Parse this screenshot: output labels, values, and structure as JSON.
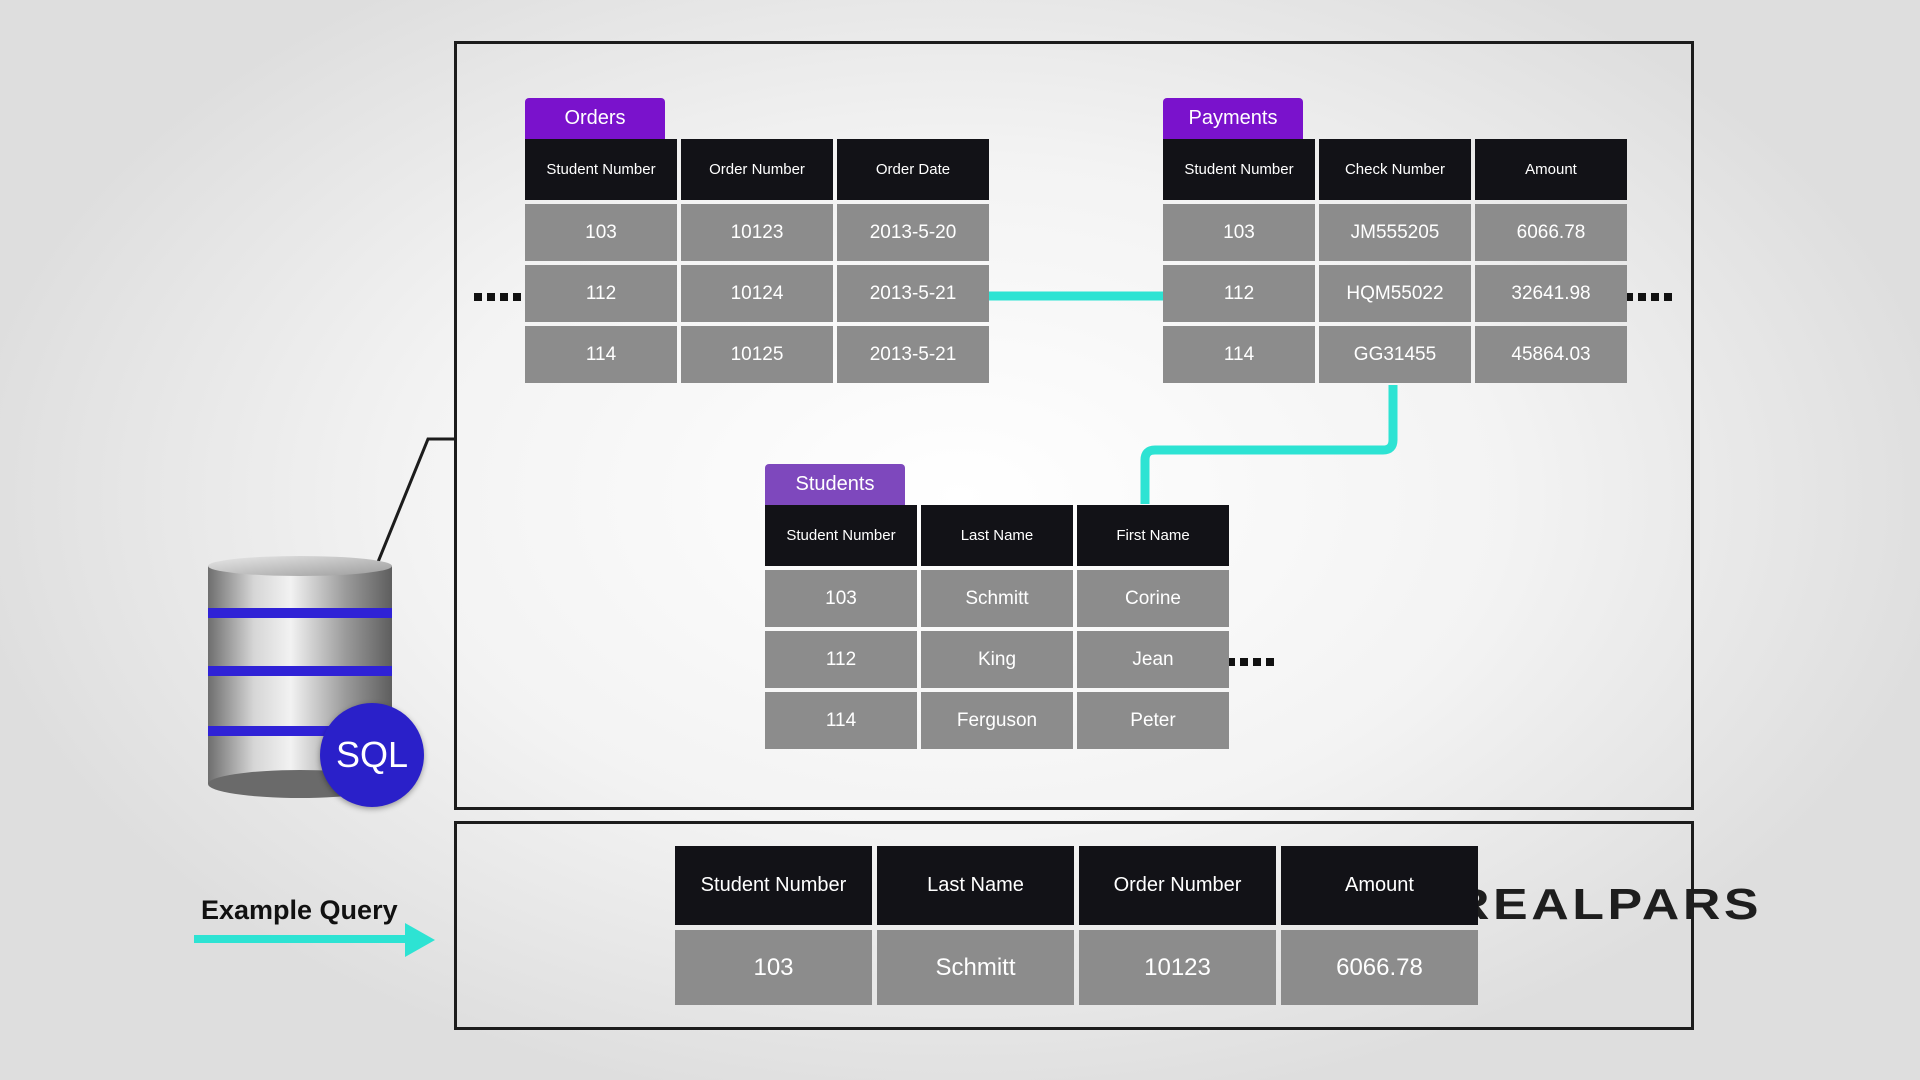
{
  "tables": {
    "orders": {
      "title": "Orders",
      "headers": [
        "Student Number",
        "Order Number",
        "Order Date"
      ],
      "rows": [
        [
          "103",
          "10123",
          "2013-5-20"
        ],
        [
          "112",
          "10124",
          "2013-5-21"
        ],
        [
          "114",
          "10125",
          "2013-5-21"
        ]
      ]
    },
    "payments": {
      "title": "Payments",
      "headers": [
        "Student Number",
        "Check Number",
        "Amount"
      ],
      "rows": [
        [
          "103",
          "JM555205",
          "6066.78"
        ],
        [
          "112",
          "HQM55022",
          "32641.98"
        ],
        [
          "114",
          "GG31455",
          "45864.03"
        ]
      ]
    },
    "students": {
      "title": "Students",
      "headers": [
        "Student Number",
        "Last Name",
        "First Name"
      ],
      "rows": [
        [
          "103",
          "Schmitt",
          "Corine"
        ],
        [
          "112",
          "King",
          "Jean"
        ],
        [
          "114",
          "Ferguson",
          "Peter"
        ]
      ]
    }
  },
  "result": {
    "headers": [
      "Student Number",
      "Last Name",
      "Order Number",
      "Amount"
    ],
    "rows": [
      [
        "103",
        "Schmitt",
        "10123",
        "6066.78"
      ]
    ]
  },
  "sql_badge": "SQL",
  "query_label": "Example Query",
  "logo": "REALPARS",
  "colors": {
    "tab_purple": "#7a12cc",
    "tab_students": "#7e48bd",
    "header": "#121217",
    "cell": "#8c8c8c",
    "connector": "#2de3d3",
    "sql_badge": "#2a20c9"
  }
}
